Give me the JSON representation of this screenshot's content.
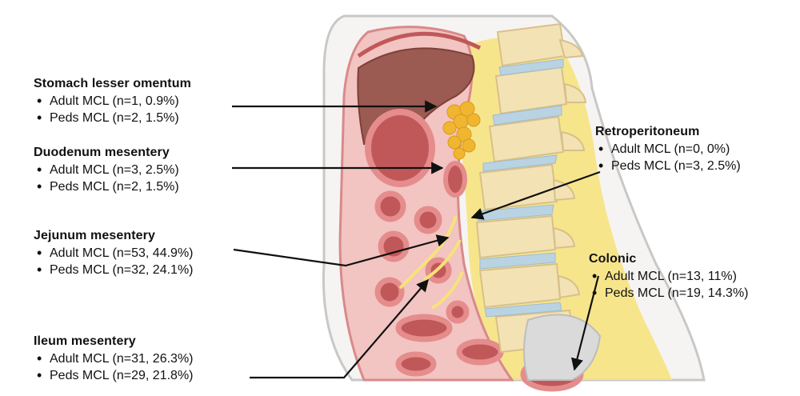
{
  "labels": {
    "stomach": {
      "title": "Stomach lesser omentum",
      "adult": "Adult MCL (n=1, 0.9%)",
      "peds": "Peds MCL (n=2, 1.5%)"
    },
    "duodenum": {
      "title": "Duodenum mesentery",
      "adult": "Adult MCL (n=3, 2.5%)",
      "peds": "Peds MCL (n=2, 1.5%)"
    },
    "jejunum": {
      "title": "Jejunum mesentery",
      "adult": "Adult MCL (n=53, 44.9%)",
      "peds": "Peds MCL (n=32, 24.1%)"
    },
    "ileum": {
      "title": "Ileum mesentery",
      "adult": "Adult MCL (n=31, 26.3%)",
      "peds": "Peds MCL (n=29, 21.8%)"
    },
    "retroperitoneum": {
      "title": "Retroperitoneum",
      "adult": "Adult MCL (n=0, 0%)",
      "peds": "Peds MCL (n=3, 2.5%)"
    },
    "colonic": {
      "title": "Colonic",
      "adult": "Adult MCL (n=13, 11%)",
      "peds": "Peds MCL (n=19, 14.3%)"
    }
  },
  "colors": {
    "body_outline": "#c8c8c8",
    "peritoneum": "#f2c4c2",
    "organ_wall": "#e58c8c",
    "organ_dark": "#c0585a",
    "liver": "#9b5a52",
    "fat": "#f7e27a",
    "fat_cluster": "#f0b632",
    "bone": "#f3e2b4",
    "bone_edge": "#d8c08a",
    "disc": "#b9d3e3",
    "arrow": "#111111"
  }
}
